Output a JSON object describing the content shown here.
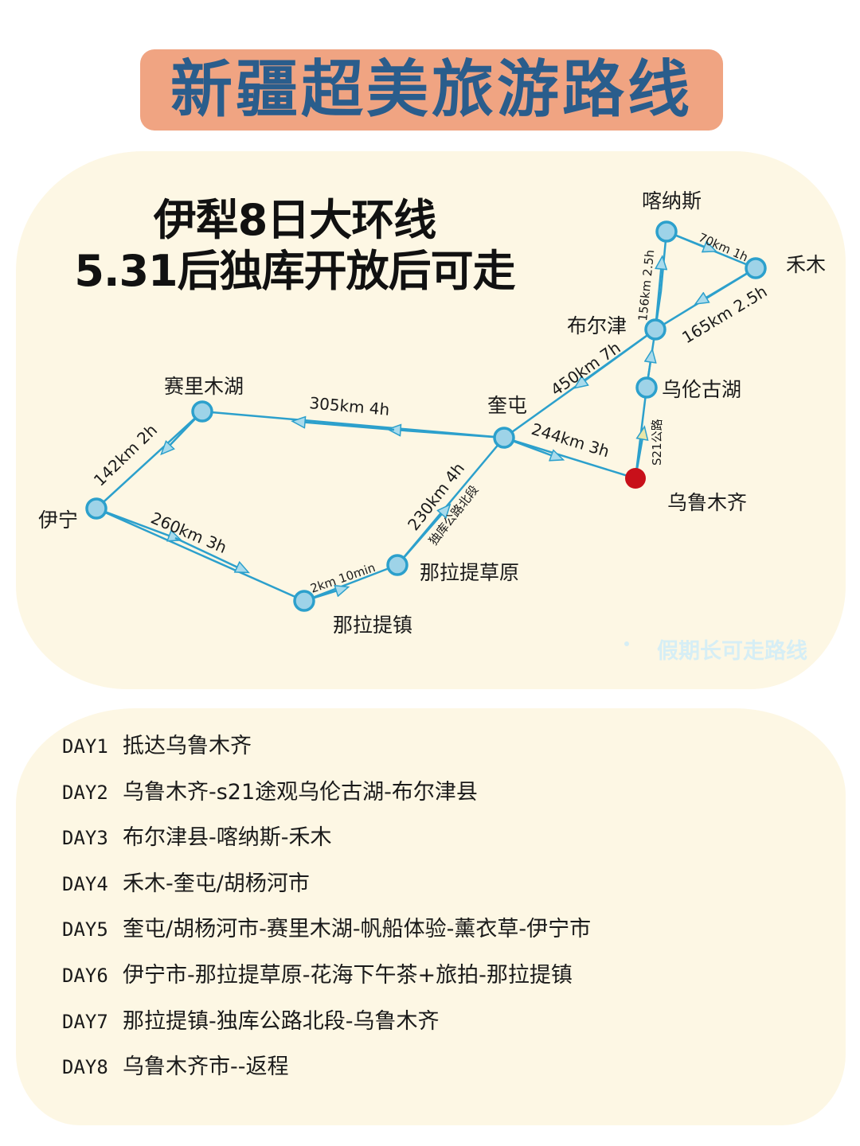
{
  "banner": {
    "title": "新疆超美旅游路线",
    "bg_color": "#f0a482",
    "text_color": "#2a5d8c"
  },
  "headline": {
    "line1": "伊犁8日大环线",
    "line2": "5.31后独库开放后可走"
  },
  "map": {
    "route_color": "#2ca0cc",
    "node_fill": "#9ed3e8",
    "start_color": "#c8101a",
    "places": {
      "kanas": "喀纳斯",
      "hemu": "禾木",
      "burqin": "布尔津",
      "wulungu": "乌伦古湖",
      "kuitun": "奎屯",
      "urumqi": "乌鲁木齐",
      "sayram": "赛里木湖",
      "yining": "伊宁",
      "nalati_grassland": "那拉提草原",
      "nalati_town": "那拉提镇"
    },
    "edges": {
      "burqin_kanas": "156km 2.5h",
      "kanas_hemu": "70km 1h",
      "hemu_burqin": "165km 2.5h",
      "burqin_kuitun": "450km 7h",
      "urumqi_wulungu": "S21公路",
      "kuitun_urumqi": "244km 3h",
      "kuitun_sayram": "305km 4h",
      "sayram_yining": "142km 2h",
      "yining_nalati_town": "260km 3h",
      "nalati_town_grassland": "2km 10min",
      "grassland_kuitun": "230km 4h",
      "grassland_kuitun_road": "独库公路北段"
    },
    "watermark": "假期长可走路线"
  },
  "itinerary": [
    {
      "day": "DAY1",
      "text": "抵达乌鲁木齐"
    },
    {
      "day": "DAY2",
      "text": "乌鲁木齐-s21途观乌伦古湖-布尔津县"
    },
    {
      "day": "DAY3",
      "text": "布尔津县-喀纳斯-禾木"
    },
    {
      "day": "DAY4",
      "text": "禾木-奎屯/胡杨河市"
    },
    {
      "day": "DAY5",
      "text": "奎屯/胡杨河市-赛里木湖-帆船体验-薰衣草-伊宁市"
    },
    {
      "day": "DAY6",
      "text": "伊宁市-那拉提草原-花海下午茶+旅拍-那拉提镇"
    },
    {
      "day": "DAY7",
      "text": "那拉提镇-独库公路北段-乌鲁木齐"
    },
    {
      "day": "DAY8",
      "text": "乌鲁木齐市--返程"
    }
  ]
}
